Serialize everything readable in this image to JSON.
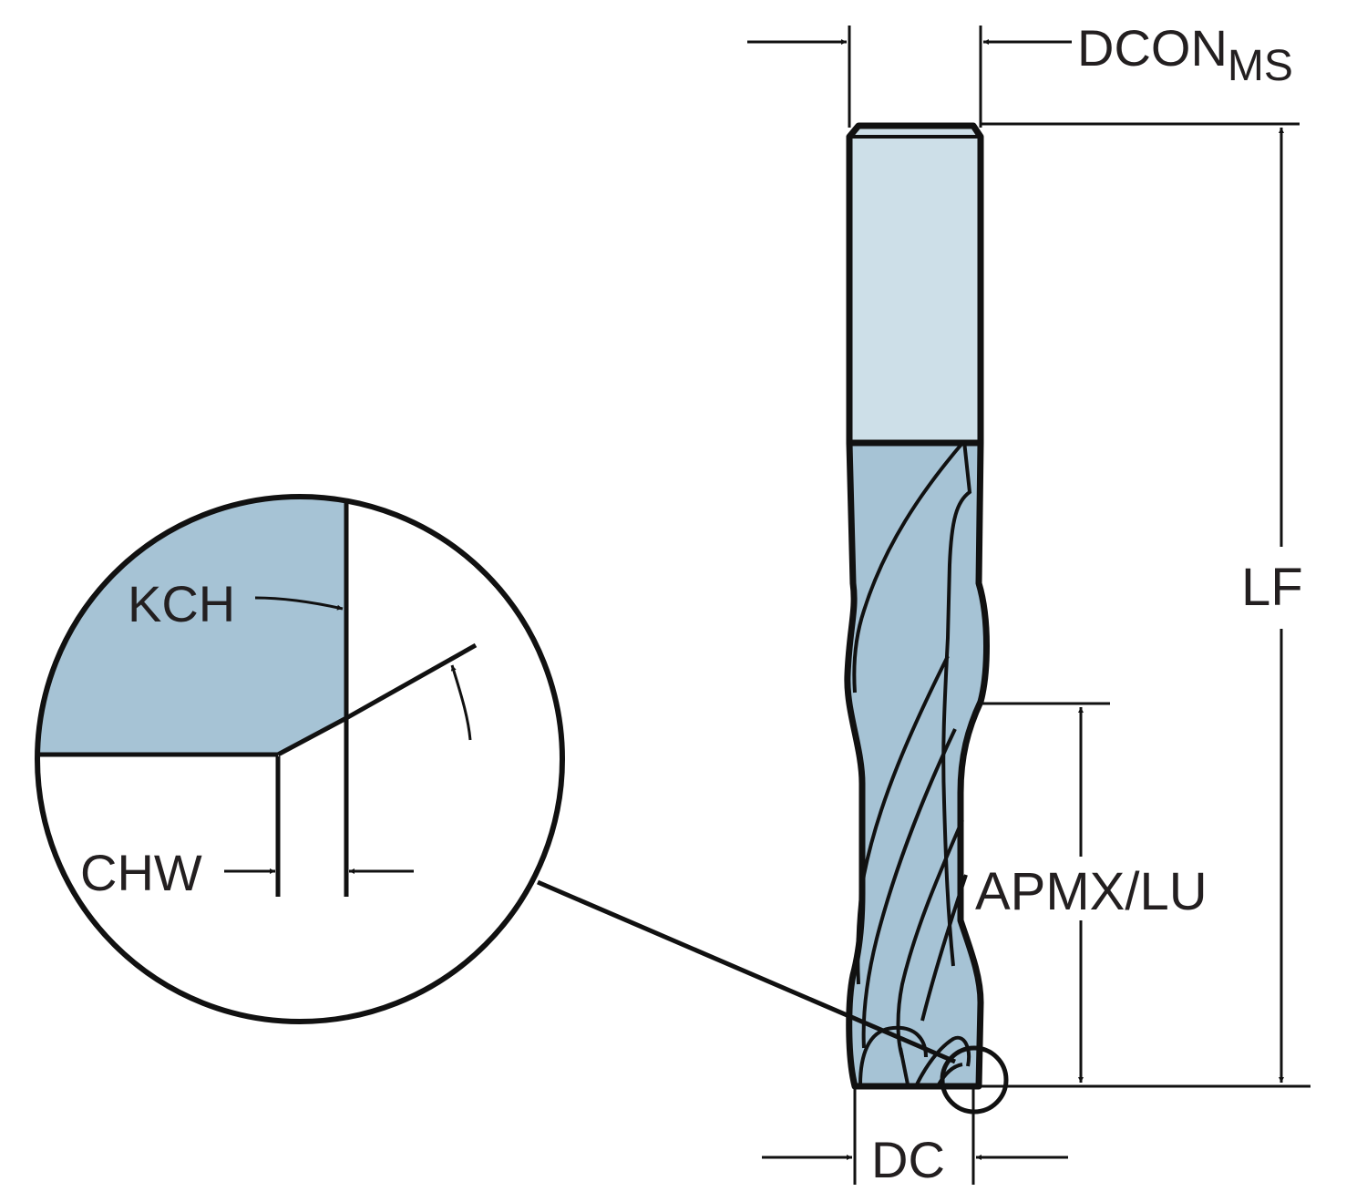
{
  "title": "Solid end mill dimension drawing",
  "colors": {
    "shank": "#cddfe8",
    "flute": "#a6c3d5",
    "outline": "#111111",
    "text": "#231f20"
  },
  "labels": {
    "dcon": "DCON",
    "dcon_sub": "MS",
    "lf": "LF",
    "apmx_lu": "APMX/LU",
    "dc": "DC",
    "kch": "KCH",
    "chw": "CHW"
  },
  "detail_view": {
    "description": "Magnified corner chamfer detail",
    "callouts": [
      "KCH",
      "CHW"
    ]
  }
}
